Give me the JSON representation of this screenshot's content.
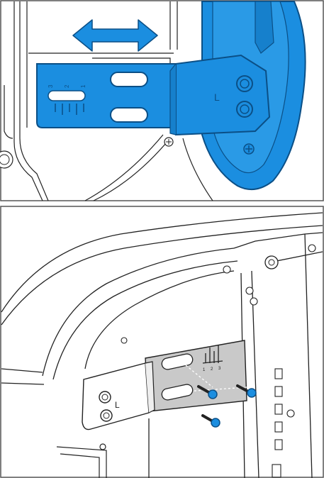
{
  "top_panel": {
    "scale_marks": [
      "3",
      "2",
      "1"
    ],
    "side_letter": "L",
    "arrow_icon": "double-arrow-icon",
    "colors": {
      "highlight": "#1b8ee0",
      "highlight_stroke": "#0b4f86",
      "line": "#222222",
      "frame": "#555555"
    }
  },
  "bottom_panel": {
    "scale_marks": [
      "1",
      "2",
      "3"
    ],
    "side_letter": "L",
    "colors": {
      "plate": "#c9c9c9",
      "screw_accent": "#1b8ee0",
      "line": "#222222",
      "frame": "#555555"
    }
  }
}
